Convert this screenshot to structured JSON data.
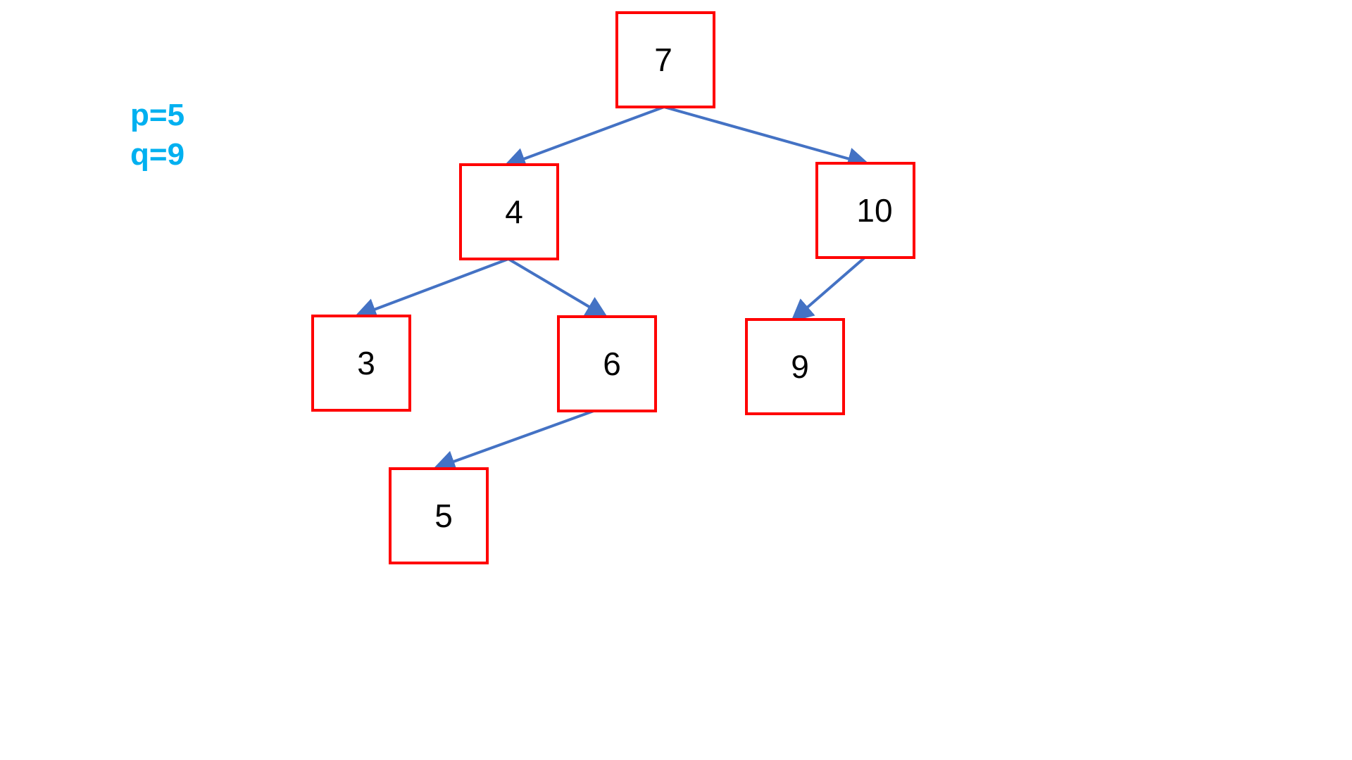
{
  "params": {
    "p": "p=5",
    "q": "q=9"
  },
  "tree": {
    "nodes": [
      {
        "id": "7",
        "label": "7"
      },
      {
        "id": "4",
        "label": "4"
      },
      {
        "id": "10",
        "label": "10"
      },
      {
        "id": "3",
        "label": "3"
      },
      {
        "id": "6",
        "label": "6"
      },
      {
        "id": "9",
        "label": "9"
      },
      {
        "id": "5",
        "label": "5"
      }
    ],
    "edges": [
      {
        "from": "7",
        "to": "4"
      },
      {
        "from": "7",
        "to": "10"
      },
      {
        "from": "4",
        "to": "3"
      },
      {
        "from": "4",
        "to": "6"
      },
      {
        "from": "10",
        "to": "9"
      },
      {
        "from": "6",
        "to": "5"
      }
    ]
  },
  "colors": {
    "node_border": "#ff0000",
    "edge": "#4472c4",
    "params_text": "#00b0f0"
  }
}
